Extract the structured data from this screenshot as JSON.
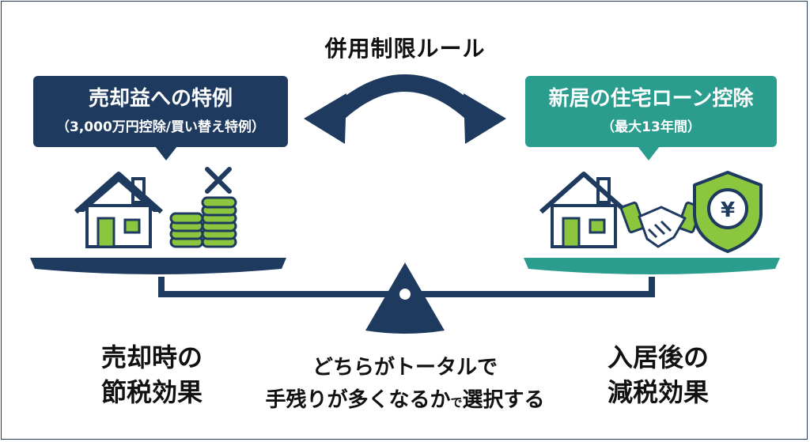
{
  "title": "併用制限ルール",
  "left_box": {
    "title": "売却益への特例",
    "subtitle": "（3,000万円控除/買い替え特例）"
  },
  "right_box": {
    "title": "新居の住宅ローン控除",
    "subtitle": "（最大13年間）"
  },
  "left_caption": {
    "line1": "売却時の",
    "line2": "節税効果"
  },
  "right_caption": {
    "line1": "入居後の",
    "line2": "減税効果"
  },
  "center_caption": {
    "line1": "どちらがトータルで",
    "line2_main": "手残りが多くなるか",
    "line2_small": "で",
    "line2_end": "選択する"
  },
  "icons": {
    "left": [
      "house-icon",
      "coin-stack-icon",
      "cross-icon"
    ],
    "right": [
      "house-icon",
      "handshake-icon",
      "yen-shield-icon"
    ]
  },
  "colors": {
    "navy": "#1e3a5f",
    "teal": "#2a9d8f",
    "lime": "#8cc63f",
    "text": "#111111"
  }
}
